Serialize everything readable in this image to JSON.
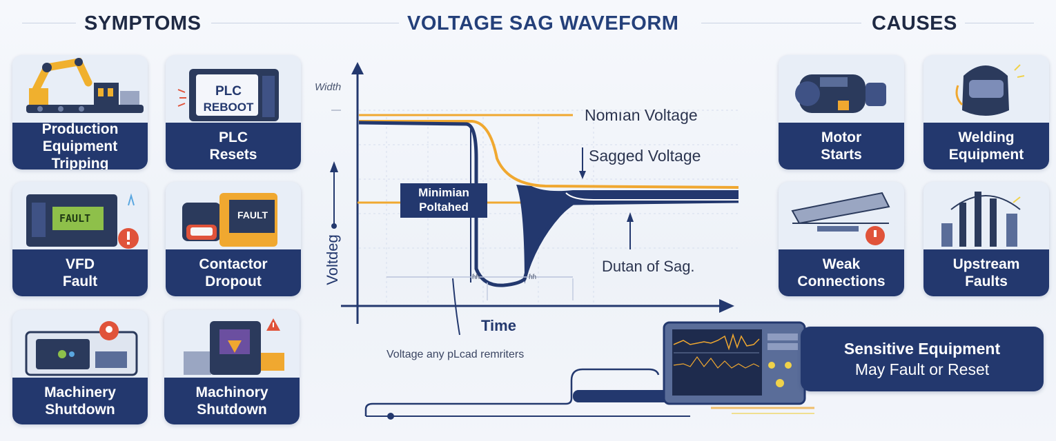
{
  "header": {
    "symptoms": "SYMPTOMS",
    "title": "VOLTAGE SAG WAVEFORM",
    "causes": "CAUSES"
  },
  "symptoms": [
    {
      "line1": "Production",
      "line2": "Equipment Tripping"
    },
    {
      "line1": "PLC",
      "line2": "Resets",
      "screen_top": "PLC",
      "screen_bottom": "REBOOT"
    },
    {
      "line1": "VFD",
      "line2": "Fault",
      "screen": "FAULT"
    },
    {
      "line1": "Contactor",
      "line2": "Dropout",
      "screen": "FAULT"
    },
    {
      "line1": "Machinery",
      "line2": "Shutdown"
    },
    {
      "line1": "Machinory",
      "line2": "Shutdown"
    }
  ],
  "causes": [
    {
      "line1": "Motor",
      "line2": "Starts"
    },
    {
      "line1": "Welding",
      "line2": "Equipment"
    },
    {
      "line1": "Weak",
      "line2": "Connections"
    },
    {
      "line1": "Upstream",
      "line2": "Faults"
    }
  ],
  "waveform": {
    "width_label": "Width",
    "nominal_label": "Nomıan Voltage",
    "sagged_label": "Sagged Voltage",
    "minimum_line1": "Minimian",
    "minimum_line2": "Poltahed",
    "duration_label": "Dutan of Sag.",
    "y_label": "Voltdeg",
    "x_label": "Time",
    "small_mark_1": "ɦɦ",
    "small_mark_2": "ɦɦ",
    "footnote": "Voltage any pLcad remriters"
  },
  "banner": {
    "line1": "Sensitive Equipment",
    "line2": "May Fault or Reset"
  },
  "colors": {
    "navy": "#23386e",
    "accent_orange": "#f0a830",
    "alert_red": "#e0533a",
    "background": "#f3f5fa"
  }
}
